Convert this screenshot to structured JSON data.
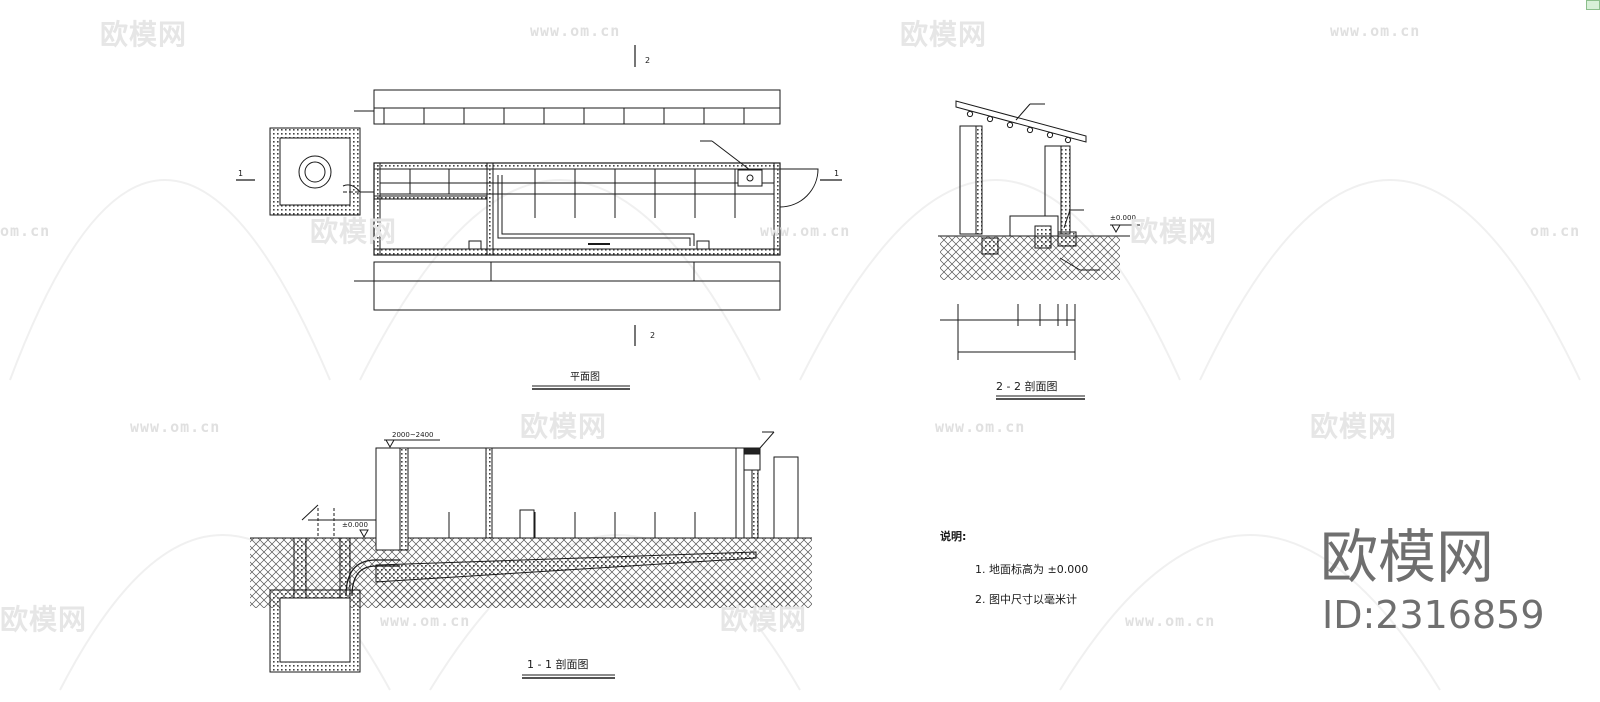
{
  "watermarks": {
    "brand": "欧模网",
    "url": "www.om.cn",
    "url_short": "om.cn"
  },
  "branding": {
    "name": "欧模网",
    "id_label": "ID:2316859"
  },
  "plan_view": {
    "title": "平面图",
    "section_mark_1": "1",
    "section_mark_2": "2"
  },
  "section_2_2": {
    "title": "2 - 2 剖面图",
    "elev": "±0.000"
  },
  "section_1_1": {
    "title": "1 - 1 剖面图",
    "elev_top": "2000~2400",
    "elev_ground": "±0.000"
  },
  "notes": {
    "heading": "说明:",
    "items": [
      "1. 地面标高为 ±0.000",
      "2. 图中尺寸以毫米计"
    ]
  },
  "colors": {
    "line": "#1a1a1a",
    "hatch": "#555555",
    "watermark": "#e6e6e6"
  }
}
